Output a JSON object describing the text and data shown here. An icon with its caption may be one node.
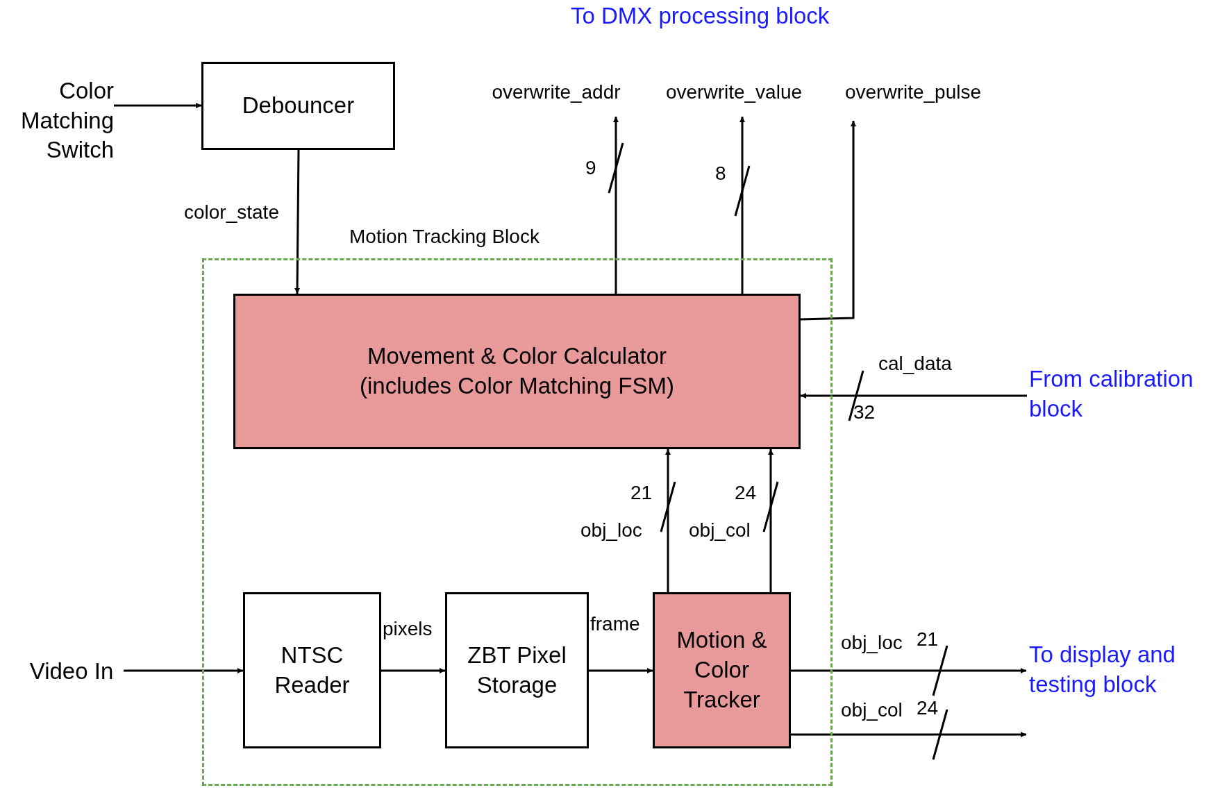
{
  "diagram": {
    "nodes": [
      {
        "text": [
          "Color Matching Switch"
        ]
      },
      {
        "text": [
          "Debouncer"
        ]
      },
      {
        "text": [
          "Motion Tracking Block"
        ]
      },
      {
        "text": [
          "Movement & Color Calculator (includes Color Matching FSM)"
        ],
        "in": 2
      },
      {
        "text": [
          "NTSC Reader"
        ],
        "in": 2
      },
      {
        "text": [
          "ZBT Pixel Storage"
        ],
        "in": 2
      },
      {
        "text": [
          "Motion & Color Tracker"
        ],
        "in": 2
      },
      {
        "text": [
          "Video In"
        ]
      },
      {
        "text": [
          "overwrite_addr"
        ]
      },
      {
        "text": [
          "overwrite_value"
        ]
      },
      {
        "text": [
          "overwrite_pulse"
        ]
      },
      {
        "text": [
          "From calibration block"
        ]
      },
      {
        "text": [
          "To display and testing block"
        ]
      }
    ],
    "edges": [
      {
        "from": 0,
        "to": 1,
        "arrow": "to"
      },
      {
        "from": 1,
        "to": 3,
        "arrow": "to",
        "label": "color_state"
      },
      {
        "from": 3,
        "to": 8,
        "arrow": "to"
      },
      {
        "from": 3,
        "to": 9,
        "arrow": "to"
      },
      {
        "from": 3,
        "to": 10,
        "arrow": "to"
      },
      {
        "from": 11,
        "to": 3,
        "arrow": "to",
        "label": "cal_data"
      },
      {
        "from": 7,
        "to": 4,
        "arrow": "to"
      },
      {
        "from": 4,
        "to": 5,
        "arrow": "to",
        "label": "pixels"
      },
      {
        "from": 5,
        "to": 6,
        "arrow": "to",
        "label": "frame"
      },
      {
        "from": 6,
        "to": 3,
        "arrow": "to",
        "label": "obj_loc"
      },
      {
        "from": 6,
        "to": 3,
        "arrow": "to",
        "label": "obj_col"
      },
      {
        "from": 6,
        "to": 12,
        "arrow": "to",
        "label": "obj_loc"
      },
      {
        "from": 6,
        "to": 12,
        "arrow": "to",
        "label": "obj_col"
      }
    ],
    "labels": [
      "To DMX processing block",
      "9",
      "8",
      "32",
      "21",
      "24",
      "21",
      "24"
    ]
  }
}
